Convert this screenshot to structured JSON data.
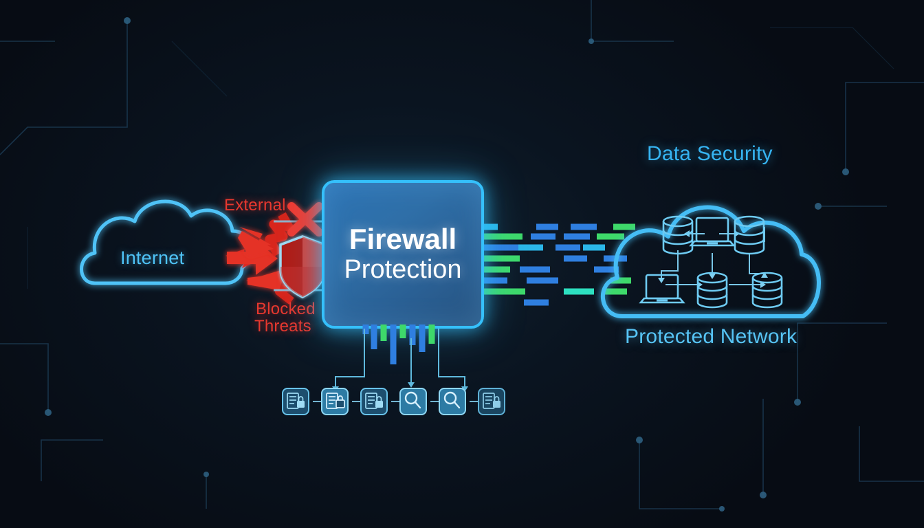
{
  "diagram": {
    "title": "Firewall Protection Network Security Diagram",
    "background_color": "#070c14",
    "accent_blue": "#35c0fb",
    "accent_green": "#3ed96a",
    "threat_red": "#e8382f"
  },
  "firewall": {
    "title_line1": "Firewall",
    "title_line2": "Protection",
    "border_color": "#35c0fb",
    "fill_color": "#2c73b4"
  },
  "internet": {
    "label": "Internet",
    "color": "#4fc3f7"
  },
  "threats": {
    "external_label": "External",
    "blocked_label_line1": "Blocked",
    "blocked_label_line2": "Threats",
    "color": "#e8382f",
    "block_marker": "x-mark-icon",
    "shield": "shield-icon"
  },
  "protected": {
    "top_label": "Data Security",
    "bottom_label": "Protected Network",
    "color": "#36b4f2",
    "nodes": [
      {
        "type": "database-icon",
        "position": "top-left"
      },
      {
        "type": "laptop-icon",
        "position": "top-center"
      },
      {
        "type": "database-icon",
        "position": "top-right"
      },
      {
        "type": "laptop-icon",
        "position": "bottom-left"
      },
      {
        "type": "database-icon",
        "position": "bottom-center"
      },
      {
        "type": "database-icon",
        "position": "bottom-right"
      }
    ]
  },
  "process_chain": {
    "steps": [
      {
        "icon": "document-lock-icon",
        "order": 1
      },
      {
        "icon": "document-lock-icon",
        "order": 2
      },
      {
        "icon": "document-lock-icon",
        "order": 3
      },
      {
        "icon": "search-icon",
        "order": 4
      },
      {
        "icon": "search-icon",
        "order": 5
      },
      {
        "icon": "document-lock-icon",
        "order": 6
      }
    ],
    "connector": "arrow-right-icon"
  },
  "data_stream": {
    "description": "packet-flow",
    "colors": [
      "#3ed96a",
      "#2f7fe0",
      "#2bb6e8"
    ]
  }
}
